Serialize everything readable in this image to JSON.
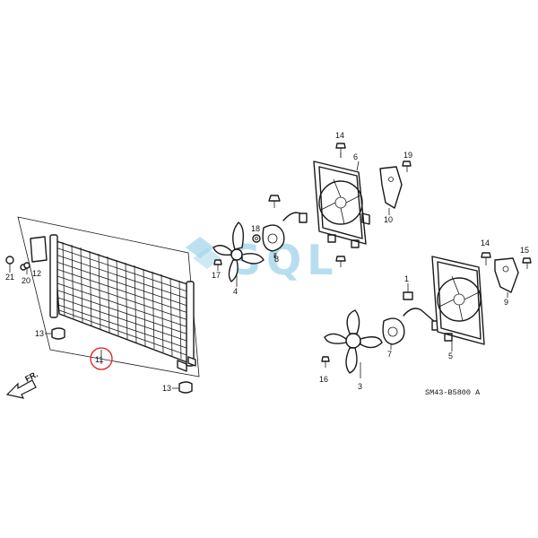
{
  "diagram": {
    "reference_code": "SM43-B5800 A",
    "direction_arrow": "FR.",
    "watermark": "SQL",
    "highlight_color": "#e01b1b",
    "callouts": [
      {
        "id": "c1",
        "text": "1"
      },
      {
        "id": "c3",
        "text": "3"
      },
      {
        "id": "c4",
        "text": "4"
      },
      {
        "id": "c5",
        "text": "5"
      },
      {
        "id": "c6",
        "text": "6"
      },
      {
        "id": "c7",
        "text": "7"
      },
      {
        "id": "c8",
        "text": "8"
      },
      {
        "id": "c9",
        "text": "9"
      },
      {
        "id": "c10",
        "text": "10"
      },
      {
        "id": "c11",
        "text": "11"
      },
      {
        "id": "c12",
        "text": "12"
      },
      {
        "id": "c13a",
        "text": "13"
      },
      {
        "id": "c13b",
        "text": "13"
      },
      {
        "id": "c14a",
        "text": "14"
      },
      {
        "id": "c14b",
        "text": "14"
      },
      {
        "id": "c15",
        "text": "15"
      },
      {
        "id": "c16",
        "text": "16"
      },
      {
        "id": "c17",
        "text": "17"
      },
      {
        "id": "c18",
        "text": "18"
      },
      {
        "id": "c19",
        "text": "19"
      },
      {
        "id": "c20",
        "text": "20"
      },
      {
        "id": "c21",
        "text": "21"
      }
    ]
  }
}
